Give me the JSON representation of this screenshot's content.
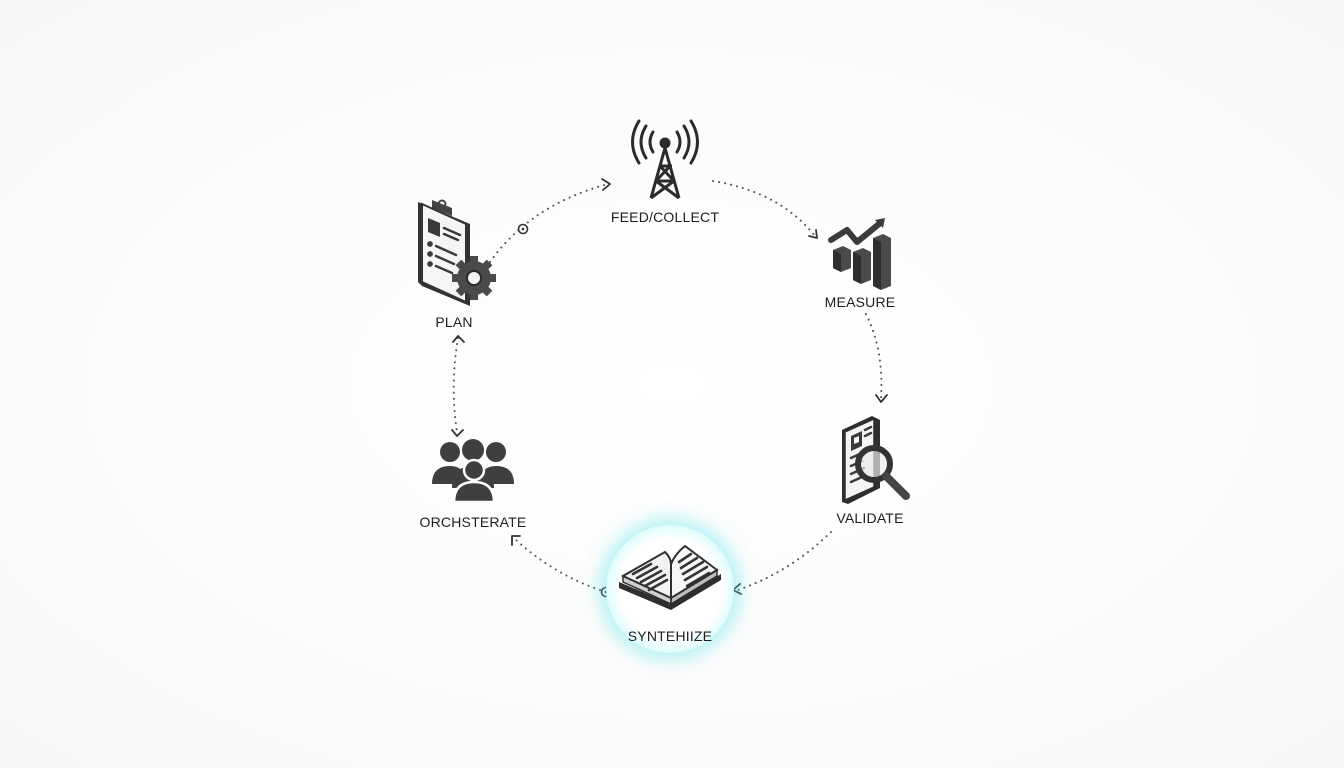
{
  "diagram": {
    "type": "cycle",
    "direction": "clockwise",
    "highlighted_node": "synthesize",
    "highlight_color": "#6ee8ef",
    "line_color": "#555555",
    "icon_color": "#3a3a3a",
    "nodes": [
      {
        "id": "feed-collect",
        "label": "FEED/COLLECT",
        "icon": "radio-tower-icon"
      },
      {
        "id": "measure",
        "label": "MEASURE",
        "icon": "bar-chart-trend-icon"
      },
      {
        "id": "validate",
        "label": "VALIDATE",
        "icon": "document-magnifier-icon"
      },
      {
        "id": "synthesize",
        "label": "SYNTEHIIZE",
        "icon": "open-book-icon"
      },
      {
        "id": "orchestrate",
        "label": "ORCHSTERATE",
        "icon": "people-group-icon"
      },
      {
        "id": "plan",
        "label": "PLAN",
        "icon": "clipboard-gear-icon"
      }
    ],
    "edges": [
      {
        "from": "plan",
        "to": "feed-collect",
        "marker": "circle-dot"
      },
      {
        "from": "feed-collect",
        "to": "measure"
      },
      {
        "from": "measure",
        "to": "validate"
      },
      {
        "from": "validate",
        "to": "synthesize"
      },
      {
        "from": "synthesize",
        "to": "orchestrate",
        "marker": "circle-dot"
      },
      {
        "from": "orchestrate",
        "to": "plan",
        "bidirectional": true
      }
    ]
  }
}
